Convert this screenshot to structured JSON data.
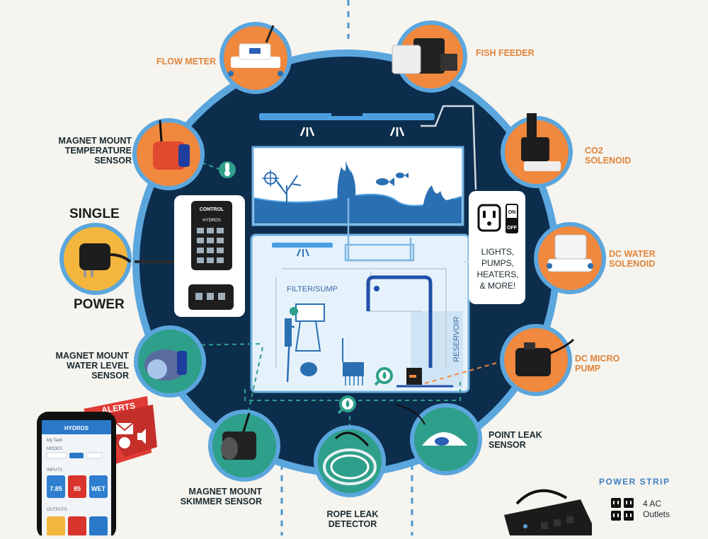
{
  "devices": {
    "flow_meter": "FLOW METER",
    "fish_feeder": "FISH FEEDER",
    "temp_sensor": [
      "MAGNET MOUNT",
      "TEMPERATURE",
      "SENSOR"
    ],
    "co2_solenoid": [
      "CO2",
      "SOLENOID"
    ],
    "dc_water_solenoid": [
      "DC WATER",
      "SOLENOID"
    ],
    "dc_micro_pump": [
      "DC MICRO",
      "PUMP"
    ],
    "water_level_sensor": [
      "MAGNET MOUNT",
      "WATER LEVEL",
      "SENSOR"
    ],
    "skimmer_sensor": [
      "MAGNET MOUNT",
      "SKIMMER SENSOR"
    ],
    "rope_leak_detector": [
      "ROPE LEAK",
      "DETECTOR"
    ],
    "point_leak_sensor": [
      "POINT LEAK",
      "SENSOR"
    ]
  },
  "power": {
    "top": "SINGLE",
    "bottom": "POWER"
  },
  "controller": {
    "brand": "CONTROL",
    "name": "HYDROS"
  },
  "tank": {
    "filter_label": "FILTER/SUMP",
    "reservoir_label": "RESERVOIR"
  },
  "outlet_card": {
    "on": "ON",
    "off": "OFF",
    "lines": [
      "LIGHTS,",
      "PUMPS,",
      "HEATERS,",
      "& MORE!"
    ]
  },
  "phone": {
    "alerts": "ALERTS",
    "app_name": "HYDROS",
    "tank_name": "My Tank",
    "modes_label": "MODES",
    "inputs_label": "INPUTS",
    "outputs_label": "OUTPUTS",
    "readings": [
      {
        "value": "7.85",
        "color": "#2f7fd0"
      },
      {
        "value": "85",
        "color": "#d8342c"
      },
      {
        "value": "WET",
        "color": "#2f7fd0"
      }
    ]
  },
  "power_strip": {
    "title": "POWER STRIP",
    "desc": [
      "4 AC",
      "Outlets"
    ]
  },
  "colors": {
    "navy": "#0d2d4d",
    "ring": "#5ba6dd",
    "orange": "#f0883e",
    "teal": "#2e9f8a",
    "panel_blue": "#e6f2fb"
  }
}
